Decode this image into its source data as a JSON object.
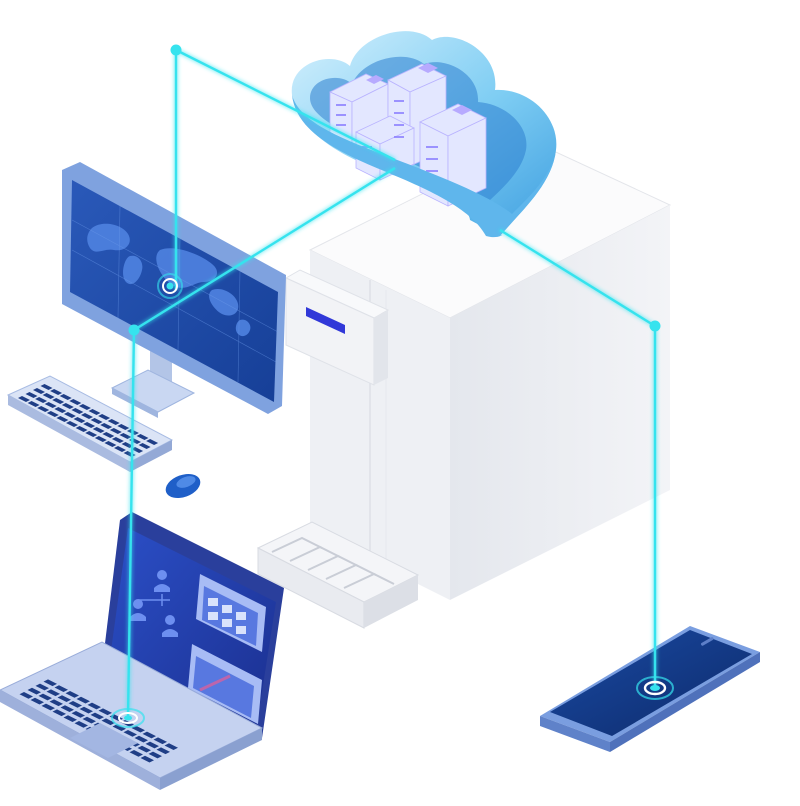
{
  "scene": {
    "description_elements": [
      "cloud-server",
      "water-dispenser",
      "desktop-monitor",
      "keyboard",
      "mouse",
      "laptop",
      "smartphone",
      "connection-lines"
    ]
  },
  "colors": {
    "background": "#ffffff",
    "connector": "#36e3ee",
    "connector_glow": "#a9f6fb",
    "cloud_light": "#bfe6fb",
    "cloud_mid": "#6cc4f1",
    "cloud_dark": "#2f8fd8",
    "server_face": "#d7dcff",
    "server_accent": "#8a7dff",
    "dispenser_front": "#f6f7f9",
    "dispenser_side": "#e7e9ee",
    "dispenser_top": "#fbfbfc",
    "indicator": "#3138d8",
    "screen_dark": "#1e3f8f",
    "screen_mid": "#3a6fd4",
    "screen_light": "#5e8fe6",
    "frame": "#7fa2df",
    "keyboard_base": "#c8d6f3",
    "key": "#1f3e86",
    "laptop_screen": "#2447b6",
    "phone": "#133b8a"
  },
  "icons": {
    "target": "concentric-circle-target-icon",
    "node": "dot-node-icon"
  }
}
